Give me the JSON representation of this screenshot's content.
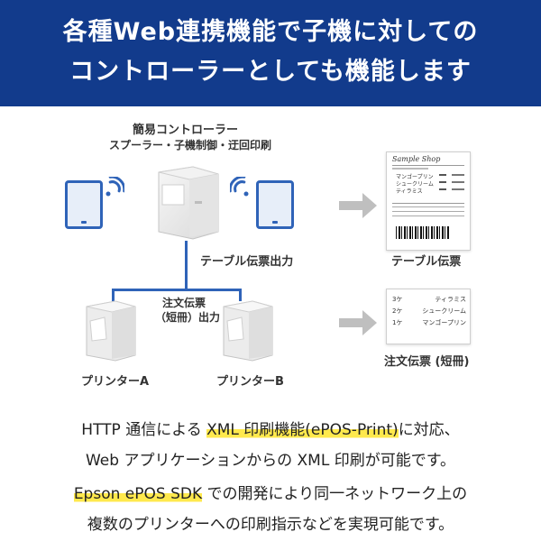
{
  "banner": {
    "line1": "各種Web連携機能で子機に対しての",
    "line2": "コントローラーとしても機能します"
  },
  "diagram": {
    "controller_title": "簡易コントローラー",
    "controller_sub": "スプーラー・子機制御・迂回印刷",
    "table_output": "テーブル伝票出力",
    "order_output_1": "注文伝票",
    "order_output_2": "（短冊）出力",
    "printer_a": "プリンターA",
    "printer_b": "プリンターB",
    "table_slip": "テーブル伝票",
    "order_slip": "注文伝票 (短冊)",
    "receipt_title": "Sample Shop",
    "receipt_items": [
      "マンゴープリン",
      "シュークリーム",
      "ティラミス"
    ],
    "order_lines": [
      {
        "qty": "3ケ",
        "item": "ティラミス"
      },
      {
        "qty": "2ケ",
        "item": "シュークリーム"
      },
      {
        "qty": "1ケ",
        "item": "マンゴープリン"
      }
    ],
    "colors": {
      "accent": "#2f63b8",
      "banner": "#123b8c",
      "highlight": "#ffe94d"
    }
  },
  "body": {
    "l1_pre": "HTTP 通信による ",
    "l1_hl": "XML 印刷機能(ePOS-Print)",
    "l1_post": "に対応、",
    "l2": "Web アプリケーションからの XML 印刷が可能です。",
    "l3_hl": "Epson ePOS SDK",
    "l3_post": " での開発により同一ネットワーク上の",
    "l4": "複数のプリンターへの印刷指示などを実現可能です。"
  }
}
